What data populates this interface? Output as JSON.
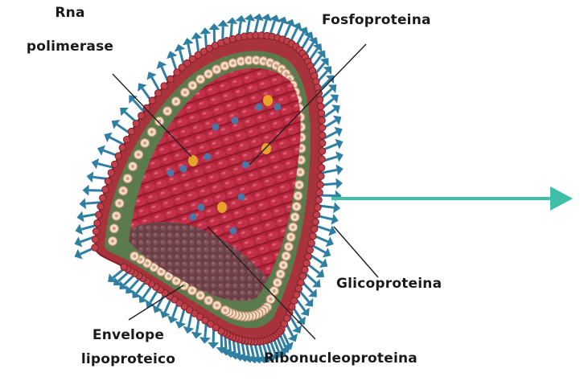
{
  "labels": {
    "rna_polimerase_line1": "Rna",
    "rna_polimerase_line2": "polimerase",
    "fosfoproteina": "Fosfoproteina",
    "glicoproteina": "Glicoproteina",
    "envelope_line1": "Envelope",
    "envelope_line2": "lipoproteico",
    "ribonucleoproteina": "Ribonucleoproteina"
  },
  "colors": {
    "spikes": "#2f7fa3",
    "envelope_outer": "#a8333c",
    "lipid_beads": "#f3dcc5",
    "membrane_green": "#5b7a4e",
    "core_red": "#b2243a",
    "core_rows": "#8e1b2e",
    "base_brown": "#6e4047",
    "arrow": "#3dbfa8",
    "protein_blue": "#4a77a8",
    "protein_orange": "#e6a22a"
  }
}
